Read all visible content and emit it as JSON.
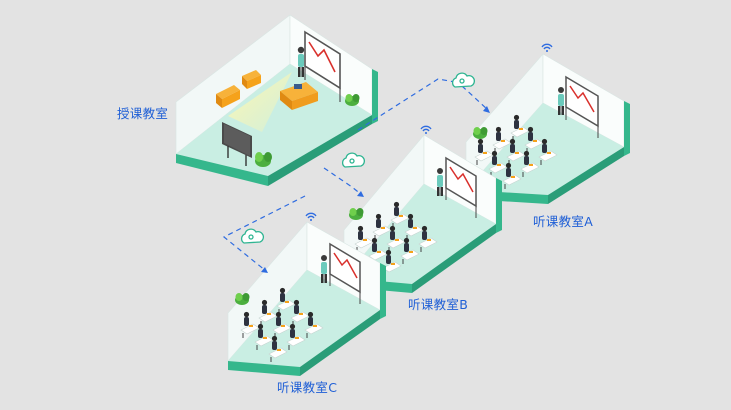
{
  "rooms": {
    "teaching": {
      "label": "授课教室"
    },
    "a": {
      "label": "听课教室A"
    },
    "b": {
      "label": "听课教室B"
    },
    "c": {
      "label": "听课教室C"
    }
  },
  "icons": [
    "cloud-sync-icon",
    "wifi-icon",
    "whiteboard-icon",
    "projector-screen-icon",
    "sofa-icon",
    "plant-icon",
    "teacher-icon",
    "student-icon"
  ],
  "colors": {
    "background": "#e3e3e3",
    "floor": "#c9eee3",
    "floor_edge": "#35b78c",
    "wall": "#f4f9f8",
    "sofa": "#f5a21b",
    "arrow": "#2f6ce0",
    "label": "#1f5fd6",
    "chart_line": "#d9302c",
    "cloud": "#2fb592"
  }
}
